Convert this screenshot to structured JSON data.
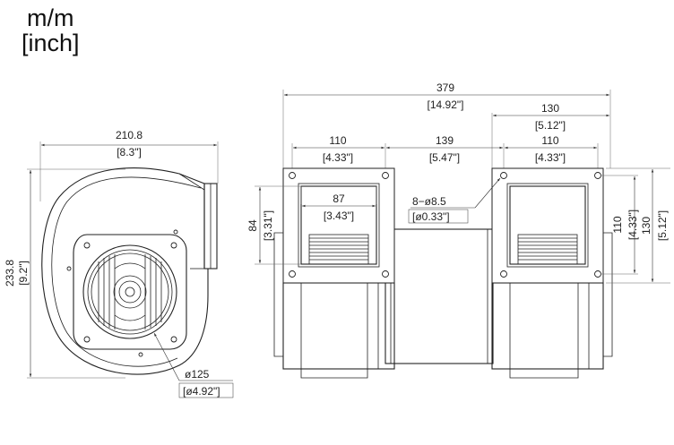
{
  "units": {
    "primary": "m/m",
    "secondary": "[inch]"
  },
  "side_view": {
    "width_mm": "210.8",
    "width_in": "[8.3\"]",
    "height_mm": "233.8",
    "height_in": "[9.2\"]",
    "inlet_mm": "ø125",
    "inlet_in": "[ø4.92\"]"
  },
  "front_view": {
    "overall_mm": "379",
    "overall_in": "[14.92\"]",
    "flange_mm": "130",
    "flange_in": "[5.12\"]",
    "left_pitch_mm": "110",
    "left_pitch_in": "[4.33\"]",
    "center_mm": "139",
    "center_in": "[5.47\"]",
    "right_pitch_mm": "110",
    "right_pitch_in": "[4.33\"]",
    "outlet_w_mm": "87",
    "outlet_w_in": "[3.43\"]",
    "outlet_h_mm": "84",
    "outlet_h_in": "[3.31\"]",
    "holes_mm": "8−ø8.5",
    "holes_in": "[ø0.33\"]",
    "v_pitch_mm": "110",
    "v_pitch_in": "[4.33\"]",
    "v_flange_mm": "130",
    "v_flange_in": "[5.12\"]"
  }
}
